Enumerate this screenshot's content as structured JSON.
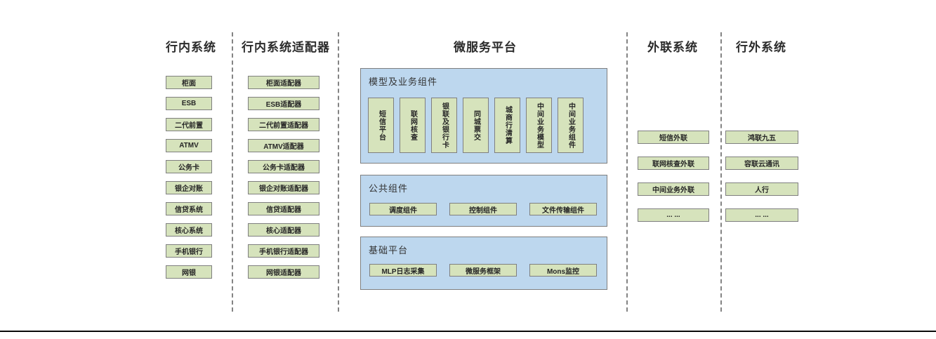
{
  "colors": {
    "green_box": "#d6e3bc",
    "blue_panel": "#bdd7ee",
    "box_border": "#7f7f7f",
    "divider": "#848484",
    "baseline": "#0a0a0a"
  },
  "columns": {
    "internal": {
      "title": "行内系统",
      "boxes": [
        "柜面",
        "ESB",
        "二代前置",
        "ATMV",
        "公务卡",
        "银企对账",
        "信贷系统",
        "核心系统",
        "手机银行",
        "网银"
      ]
    },
    "adapters": {
      "title": "行内系统适配器",
      "boxes": [
        "柜面适配器",
        "ESB适配器",
        "二代前置适配器",
        "ATMV适配器",
        "公务卡适配器",
        "银企对账适配器",
        "信贷适配器",
        "核心适配器",
        "手机银行适配器",
        "网银适配器"
      ]
    },
    "platform": {
      "title": "微服务平台",
      "panels": [
        {
          "label": "模型及业务组件",
          "boxes": [
            "短信平台",
            "联网核查",
            "银联及银行卡",
            "同城票交",
            "城商行清算",
            "中间业务模型",
            "中间业务组件"
          ]
        },
        {
          "label": "公共组件",
          "boxes": [
            "调度组件",
            "控制组件",
            "文件传输组件"
          ]
        },
        {
          "label": "基础平台",
          "boxes": [
            "MLP日志采集",
            "微服务框架",
            "Mons监控"
          ]
        }
      ]
    },
    "outreach": {
      "title": "外联系统",
      "boxes": [
        "短信外联",
        "联网核查外联",
        "中间业务外联",
        "... ..."
      ]
    },
    "external": {
      "title": "行外系统",
      "boxes": [
        "鸿联九五",
        "容联云通讯",
        "人行",
        "... ..."
      ]
    }
  }
}
